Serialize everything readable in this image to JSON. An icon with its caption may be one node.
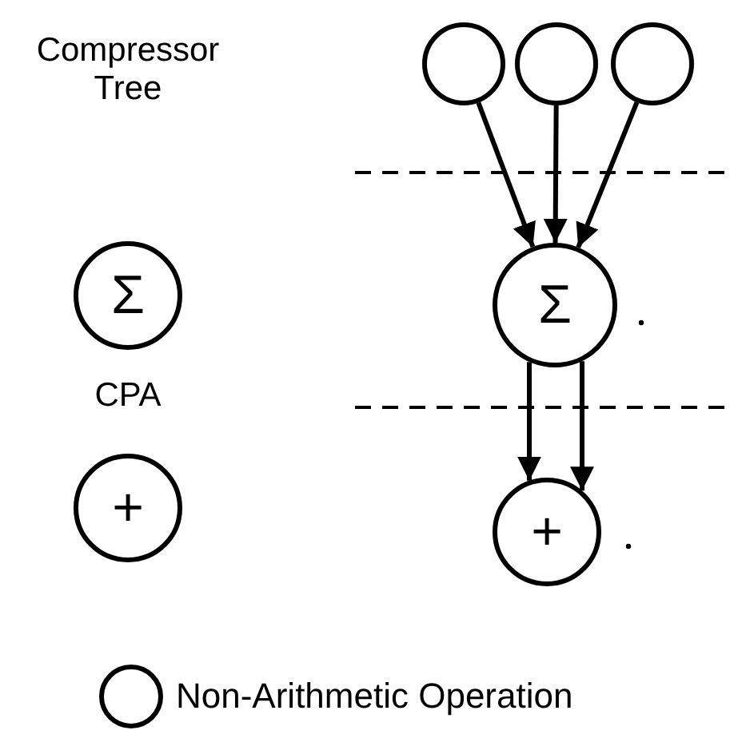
{
  "diagram": {
    "nodes": [
      {
        "text": [
          "Compressor Tree",
          "Σ"
        ]
      },
      {
        "text": [
          "CPA",
          "+"
        ]
      },
      {
        "text": [],
        "shape": "circle"
      },
      {
        "text": [],
        "shape": "circle"
      },
      {
        "text": [],
        "shape": "circle"
      },
      {
        "text": [
          "Σ"
        ]
      },
      {
        "text": [
          "+"
        ]
      }
    ],
    "edges": [
      {
        "from": 2,
        "to": 5,
        "arrow": "to"
      },
      {
        "from": 3,
        "to": 5,
        "arrow": "to"
      },
      {
        "from": 4,
        "to": 5,
        "arrow": "to"
      },
      {
        "from": 5,
        "to": 6,
        "arrow": "to"
      },
      {
        "from": 5,
        "to": 6,
        "arrow": "to"
      }
    ],
    "legend": [
      {
        "text": "Non-Arithmetic Operation"
      }
    ]
  }
}
